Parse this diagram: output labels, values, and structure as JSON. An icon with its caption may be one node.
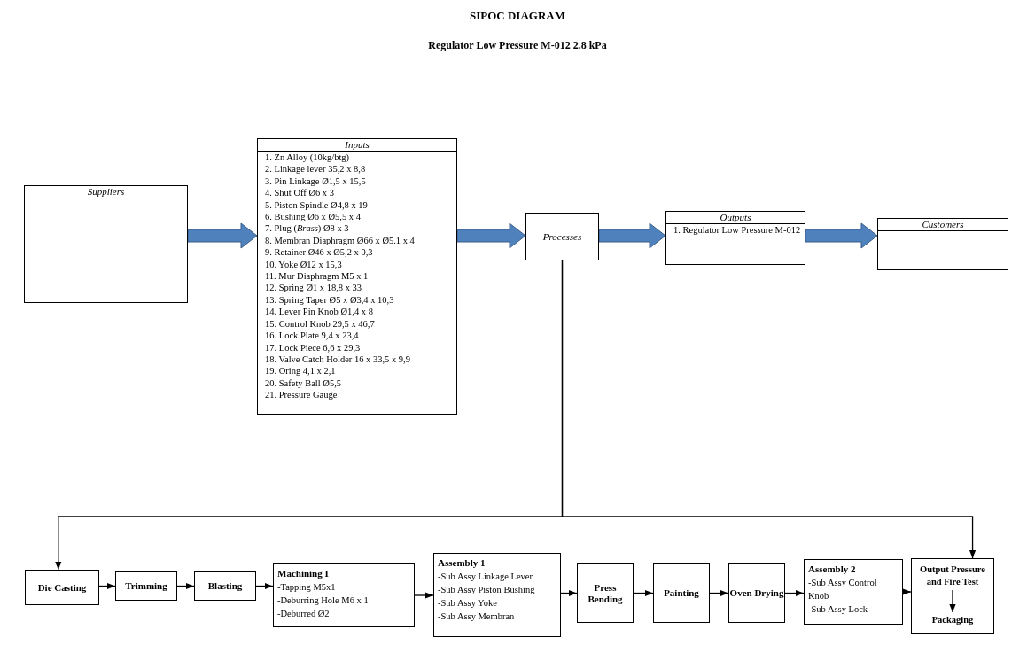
{
  "diagram": {
    "title": "SIPOC DIAGRAM",
    "labels": [
      "Regulator Low Pressure M-012 2.8 kPa"
    ],
    "nodes": [
      {
        "text": [
          "Suppliers"
        ]
      },
      {
        "text": [
          "Inputs",
          "1. Zn Alloy (10kg/btg)",
          "2. Linkage lever 35,2 x 8,8",
          "3. Pin Linkage Ø1,5 x 15,5",
          "4. Shut Off Ø6 x 3",
          "5. Piston Spindle Ø4,8 x 19",
          "6. Bushing Ø6 x Ø5,5 x 4",
          "7. Plug (*Brass*) Ø8 x 3",
          "8. Membran Diaphragm Ø66 x Ø5.1 x 4",
          "9. Retainer Ø46 x Ø5,2 x 0,3",
          "10. Yoke Ø12 x 15,3",
          "11. Mur Diaphragm M5 x 1",
          "12. Spring Ø1 x 18,8 x 33",
          "13. Spring Taper Ø5 x Ø3,4 x 10,3",
          "14. Lever Pin Knob Ø1,4 x 8",
          "15. Control Knob 29,5 x 46,7",
          "16. Lock Plate 9,4 x 23,4",
          "17. Lock Piece 6,6 x 29,3",
          "18. Valve Catch Holder 16 x 33,5 x 9,9",
          "19. Oring 4,1 x 2,1",
          "20. Safety Ball Ø5,5",
          "21. Pressure Gauge"
        ]
      },
      {
        "text": [
          "Processes"
        ]
      },
      {
        "text": [
          "Outputs",
          "1. Regulator Low Pressure M-012"
        ]
      },
      {
        "text": [
          "Customers"
        ]
      },
      {
        "text": [
          "Die Casting"
        ]
      },
      {
        "text": [
          "Trimming"
        ]
      },
      {
        "text": [
          "Blasting"
        ]
      },
      {
        "text": [
          "Machining I",
          "-Tapping M5x1",
          "-Deburring Hole M6 x 1",
          "-Deburred Ø2"
        ]
      },
      {
        "text": [
          "Assembly 1",
          "-Sub Assy Linkage Lever",
          "-Sub Assy Piston Bushing",
          "-Sub Assy Yoke",
          "-Sub Assy Membran"
        ]
      },
      {
        "text": [
          "Press Bending"
        ]
      },
      {
        "text": [
          "Painting"
        ]
      },
      {
        "text": [
          "Oven Drying"
        ]
      },
      {
        "text": [
          "Assembly 2",
          "-Sub Assy Control Knob",
          "-Sub Assy Lock"
        ]
      },
      {
        "text": [],
        "shape": "box"
      },
      {
        "text": [
          "Output Pressure and Fire Test"
        ],
        "in": 14
      },
      {
        "text": [
          "Packaging"
        ],
        "in": 14
      }
    ],
    "edges": [
      {
        "from": 0,
        "to": 1,
        "arrow": "to",
        "style": "thick",
        "color": "#4f81bd"
      },
      {
        "from": 1,
        "to": 2,
        "arrow": "to",
        "style": "thick",
        "color": "#4f81bd"
      },
      {
        "from": 2,
        "to": 3,
        "arrow": "to",
        "style": "thick",
        "color": "#4f81bd"
      },
      {
        "from": 3,
        "to": 4,
        "arrow": "to",
        "style": "thick",
        "color": "#4f81bd"
      },
      {
        "from": 2,
        "to": 5,
        "arrow": "to"
      },
      {
        "from": 2,
        "to": 14,
        "arrow": "to"
      },
      {
        "from": 5,
        "to": 6,
        "arrow": "to"
      },
      {
        "from": 6,
        "to": 7,
        "arrow": "to"
      },
      {
        "from": 7,
        "to": 8,
        "arrow": "to"
      },
      {
        "from": 8,
        "to": 9,
        "arrow": "to"
      },
      {
        "from": 9,
        "to": 10,
        "arrow": "to"
      },
      {
        "from": 10,
        "to": 11,
        "arrow": "to"
      },
      {
        "from": 11,
        "to": 12,
        "arrow": "to"
      },
      {
        "from": 12,
        "to": 13,
        "arrow": "to"
      },
      {
        "from": 13,
        "to": 14,
        "arrow": "to"
      },
      {
        "from": 15,
        "to": 16,
        "arrow": "to"
      }
    ]
  }
}
